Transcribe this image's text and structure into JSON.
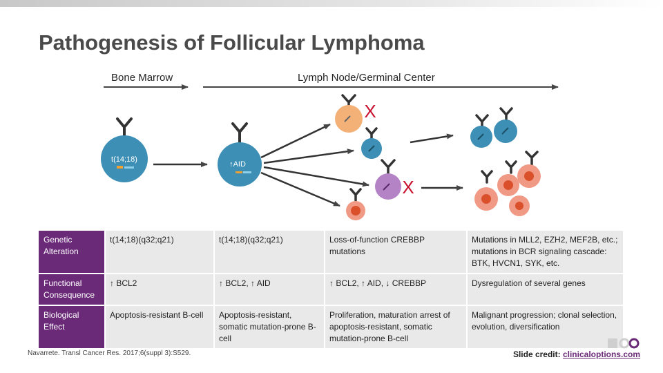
{
  "title": "Pathogenesis of Follicular Lymphoma",
  "phases": {
    "bone_marrow": "Bone Marrow",
    "lymph_node": "Lymph Node/Germinal Center"
  },
  "cells": {
    "translocation_label": "t(14;18)",
    "aid_label": "↑AID",
    "blocked_mark": "X"
  },
  "colors": {
    "header_purple": "#6a2a78",
    "cell_blue": "#3d8fb5",
    "cell_orange": "#f3b177",
    "cell_purple": "#b383c6",
    "cell_salmon": "#f09a85"
  },
  "table": {
    "rows": [
      {
        "header": "Genetic Alteration",
        "cells": [
          "t(14;18)(q32;q21)",
          "t(14;18)(q32;q21)",
          "Loss-of-function CREBBP mutations",
          "Mutations in MLL2, EZH2, MEF2B, etc.; mutations in BCR signaling cascade: BTK, HVCN1, SYK, etc."
        ]
      },
      {
        "header": "Functional Consequence",
        "cells": [
          "↑ BCL2",
          "↑ BCL2, ↑ AID",
          "↑ BCL2, ↑ AID, ↓ CREBBP",
          "Dysregulation of several genes"
        ]
      },
      {
        "header": "Biological Effect",
        "cells": [
          "Apoptosis-resistant B-cell",
          "Apoptosis-resistant, somatic mutation-prone B-cell",
          "Proliferation, maturation arrest of apoptosis-resistant, somatic mutation-prone B-cell",
          "Malignant progression; clonal selection, evolution, diversification"
        ]
      }
    ]
  },
  "footer": {
    "citation": "Navarrete. Transl Cancer Res. 2017;6(suppl 3):S529.",
    "credit_label": "Slide credit:",
    "credit_link": "clinicaloptions.com"
  }
}
